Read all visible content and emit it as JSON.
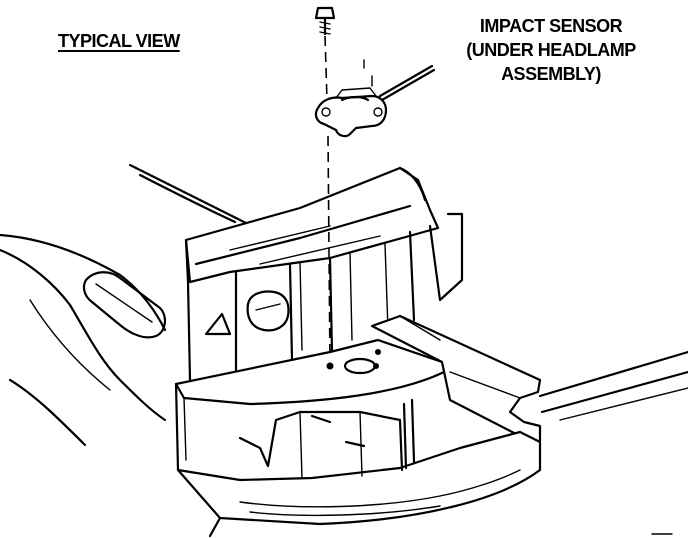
{
  "labels": {
    "view": "TYPICAL VIEW",
    "callout_lines": [
      "IMPACT SENSOR",
      "(UNDER HEADLAMP",
      "ASSEMBLY)"
    ]
  },
  "colors": {
    "ink": "#000000",
    "paper": "#ffffff"
  }
}
